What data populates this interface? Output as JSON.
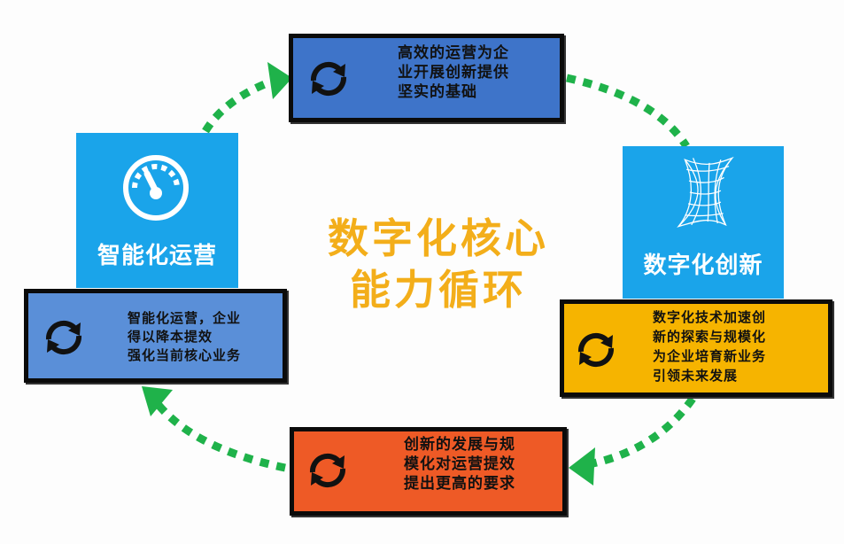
{
  "center": {
    "line1": "数字化核心",
    "line2": "能力循环"
  },
  "tiles": {
    "left": {
      "label": "智能化运营",
      "icon": "speedometer-icon",
      "color": "#1aa4ea"
    },
    "right": {
      "label": "数字化创新",
      "icon": "wireframe-shell-icon",
      "color": "#1aa4ea"
    }
  },
  "boxes": {
    "top": {
      "lines": [
        "高效的运营为企",
        "业开展创新提供",
        "坚实的基础"
      ],
      "color": "#3e74c9",
      "icon": "cycle-arrows-icon"
    },
    "left": {
      "lines": [
        "智能化运营，企业",
        "得以降本提效",
        "强化当前核心业务"
      ],
      "color": "#5a8fd8",
      "icon": "cycle-arrows-icon"
    },
    "right": {
      "lines": [
        "数字化技术加速创",
        "新的探索与规模化",
        "为企业培育新业务",
        "引领未来发展"
      ],
      "color": "#f6b400",
      "icon": "cycle-arrows-icon"
    },
    "bottom": {
      "lines": [
        "创新的发展与规",
        "模化对运营提效",
        "提出更高的要求"
      ],
      "color": "#ee5a26",
      "icon": "cycle-arrows-icon"
    }
  },
  "arrow_color": "#1fb24a"
}
